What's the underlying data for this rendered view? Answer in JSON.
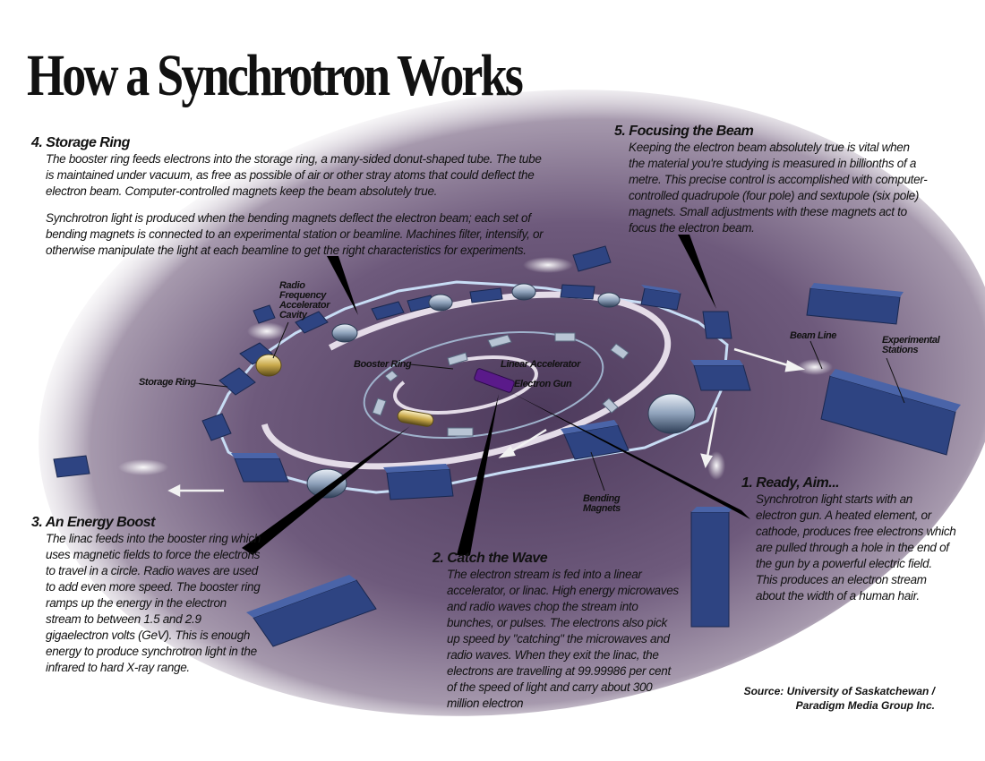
{
  "title": "How a Synchrotron Works",
  "sections": {
    "storage_ring": {
      "heading": "4. Storage Ring",
      "paragraphs": [
        "The booster ring feeds electrons into the storage ring, a many-sided donut-shaped tube. The tube is maintained under vacuum, as free as possible of air or other stray atoms that could deflect the electron beam. Computer-controlled magnets keep the beam absolutely true.",
        "Synchrotron light is produced when the bending magnets deflect the electron beam; each set of bending magnets is connected to an experimental station or beamline. Machines filter, intensify, or otherwise manipulate the light at each beamline to get the right characteristics for experiments."
      ]
    },
    "focusing": {
      "heading": "5. Focusing the Beam",
      "body": "Keeping the electron beam absolutely true is vital when the material you're studying is measured in billionths of a metre. This precise control is accomplished with computer-controlled quadrupole (four pole) and sextupole (six pole) magnets. Small adjustments with these magnets act to focus the electron beam."
    },
    "ready": {
      "heading": "1. Ready, Aim...",
      "body": "Synchrotron light starts with an electron gun. A heated element, or cathode, produces free electrons which are pulled through a hole in the end of the gun by a powerful electric field. This produces an electron stream about the width of a human hair."
    },
    "energy": {
      "heading": "3. An Energy Boost",
      "body": "The linac feeds into the booster ring which uses magnetic fields to force the electrons to travel in a circle. Radio waves are used to add even more speed. The booster ring ramps up the energy in the electron stream to between 1.5 and 2.9 gigaelectron volts (GeV). This is enough energy to produce synchrotron light in the infrared to hard X-ray range."
    },
    "catch": {
      "heading": "2. Catch the Wave",
      "body": "The electron stream is fed into a linear accelerator, or linac. High energy microwaves and radio waves chop the stream into bunches, or pulses. The electrons also pick up speed by \"catching\" the microwaves and radio waves. When they exit the linac, the electrons are travelling at 99.99986 per cent of the speed of light and carry about 300 million electron"
    }
  },
  "labels": {
    "rf_cavity": "Radio\nFrequency\nAccelerator\nCavity",
    "storage_ring": "Storage Ring",
    "booster_ring": "Booster Ring",
    "linear_accelerator": "Linear Accelerator",
    "electron_gun": "Electron Gun",
    "beam_line": "Beam Line",
    "experimental_stations": "Experimental\nStations",
    "bending_magnets": "Bending\nMagnets"
  },
  "source": {
    "line1": "Source: University of Saskatchewan /",
    "line2": "Paradigm Media Group Inc."
  },
  "colors": {
    "background_center": "#5e4a6c",
    "background_edge": "#b0a3b6",
    "magnet_blue": "#2e4482",
    "magnet_top": "#4a64a8",
    "beam_light": "#c8ddf5",
    "electron_gun": "#5a1a8a",
    "accent_cavity": "#c8a84a"
  }
}
